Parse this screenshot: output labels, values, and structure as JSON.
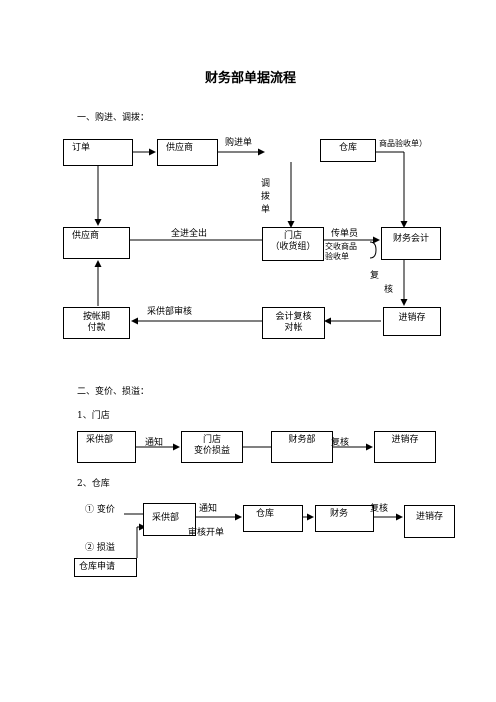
{
  "title": "财务部单据流程",
  "section1": {
    "heading": "一、购进、调拨：",
    "order_box": "订单",
    "supplier_top_box": "供应商",
    "label_purchase_slip": "购进单",
    "warehouse_box": "仓库",
    "label_goods_receipt": "商品验收单）",
    "label_transfer_slip": [
      "调",
      "拨",
      "单"
    ],
    "supplier_mid_box": "供应商",
    "label_all_in_out": "全进全出",
    "store_box": [
      "门店",
      "（收货组）"
    ],
    "label_clerk": "传单员",
    "label_clerk_receipt": [
      "交收商品",
      "验收单"
    ],
    "finance_accountant_box": "财务会计",
    "label_recheck": [
      "复",
      "核"
    ],
    "payment_box": [
      "按帐期",
      "付款"
    ],
    "label_purchase_audit": "采供部审核",
    "accounting_recheck_box": [
      "会计复核",
      "对帐"
    ],
    "inventory_box": "进销存"
  },
  "section2": {
    "heading": "二、变价、损溢：",
    "sub1_heading": "1、门店",
    "sub1_purchasing_box": "采供部",
    "sub1_label_notify": "通知",
    "sub1_store_box": [
      "门店",
      "变价损益"
    ],
    "sub1_finance_box": "财务部",
    "sub1_label_recheck": "复核",
    "sub1_inventory_box": "进销存",
    "sub2_heading": "2、仓库",
    "sub2_item1": "①  变价",
    "sub2_purchasing_box": "采供部",
    "sub2_label_notify": "通知",
    "sub2_label_audit": "审核开单",
    "sub2_warehouse_box": "仓库",
    "sub2_finance_box": "财务",
    "sub2_label_recheck": "复核",
    "sub2_inventory_box": "进销存",
    "sub2_item2": "②  损溢",
    "sub2_warehouse_request_box": "仓库申请"
  }
}
